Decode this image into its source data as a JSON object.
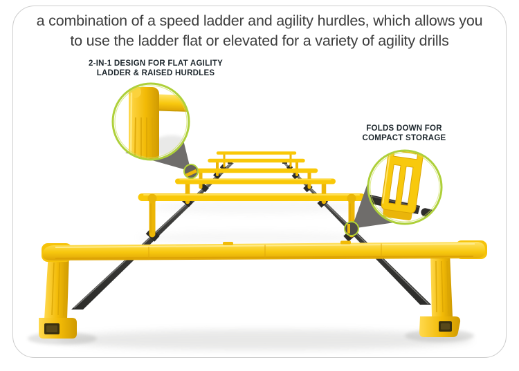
{
  "title": {
    "line1": "a combination of a speed ladder and agility hurdles, which allows you",
    "line2": "to use the ladder flat or elevated for a variety of agility drills"
  },
  "callouts": {
    "flat_agility": {
      "line1": "2-IN-1 DESIGN FOR FLAT AGILITY",
      "line2": "LADDER & RAISED HURDLES",
      "target": "hurdle-corner-joint"
    },
    "folds_down": {
      "line1": "FOLDS DOWN FOR",
      "line2": "COMPACT STORAGE",
      "target": "hurdle-fold-hinge"
    }
  },
  "product": {
    "name": "2-in-1 speed ladder with raised agility hurdles",
    "visible_hurdles": 6,
    "insets": [
      {
        "icon": "hurdle-corner-closeup-icon",
        "shows": "yellow hurdle corner post"
      },
      {
        "icon": "folded-hurdle-closeup-icon",
        "shows": "hurdle folded flat on ladder strap"
      }
    ],
    "colors": {
      "hurdle_yellow": "#F8C80E",
      "hurdle_yellow_dark": "#D99F04",
      "hurdle_yellow_light": "#FFE368",
      "strap_black": "#3C3C3A",
      "callout_ring_green": "#AED03A",
      "cone_gray": "#6F6D6B",
      "label_dark": "#1C262C",
      "title_gray": "#3E3E3E",
      "card_border": "#CDCDCD"
    }
  }
}
